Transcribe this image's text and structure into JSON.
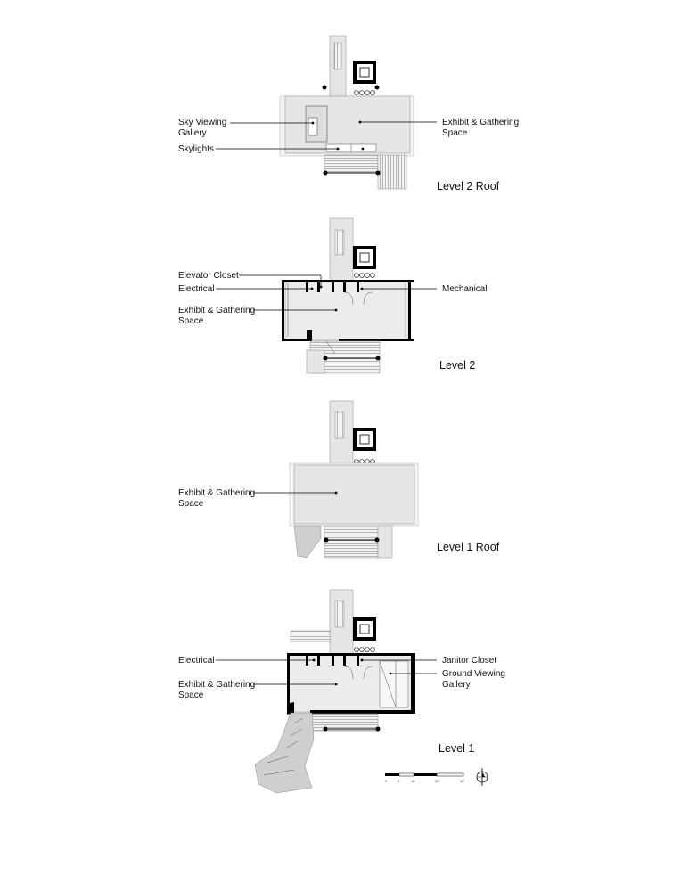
{
  "plans": [
    {
      "title": "Level 2 Roof",
      "labels": [
        {
          "text": "Sky Viewing\nGallery",
          "side": "left"
        },
        {
          "text": "Skylights",
          "side": "left"
        },
        {
          "text": "Exhibit & Gathering\nSpace",
          "side": "right"
        }
      ]
    },
    {
      "title": "Level 2",
      "labels": [
        {
          "text": "Elevator Closet",
          "side": "left"
        },
        {
          "text": "Electrical",
          "side": "left"
        },
        {
          "text": "Exhibit & Gathering\nSpace",
          "side": "left"
        },
        {
          "text": "Mechanical",
          "side": "right"
        }
      ]
    },
    {
      "title": "Level 1 Roof",
      "labels": [
        {
          "text": "Exhibit & Gathering\nSpace",
          "side": "left"
        }
      ]
    },
    {
      "title": "Level 1",
      "labels": [
        {
          "text": "Electrical",
          "side": "left"
        },
        {
          "text": "Exhibit & Gathering\nSpace",
          "side": "left"
        },
        {
          "text": "Janitor Closet",
          "side": "right"
        },
        {
          "text": "Ground Viewing\nGallery",
          "side": "right"
        }
      ]
    }
  ],
  "scale_bar": {
    "ticks": [
      "0'",
      "5'",
      "10'",
      "20'",
      "30'"
    ]
  },
  "north_arrow": {
    "icon": "north-arrow-icon"
  }
}
